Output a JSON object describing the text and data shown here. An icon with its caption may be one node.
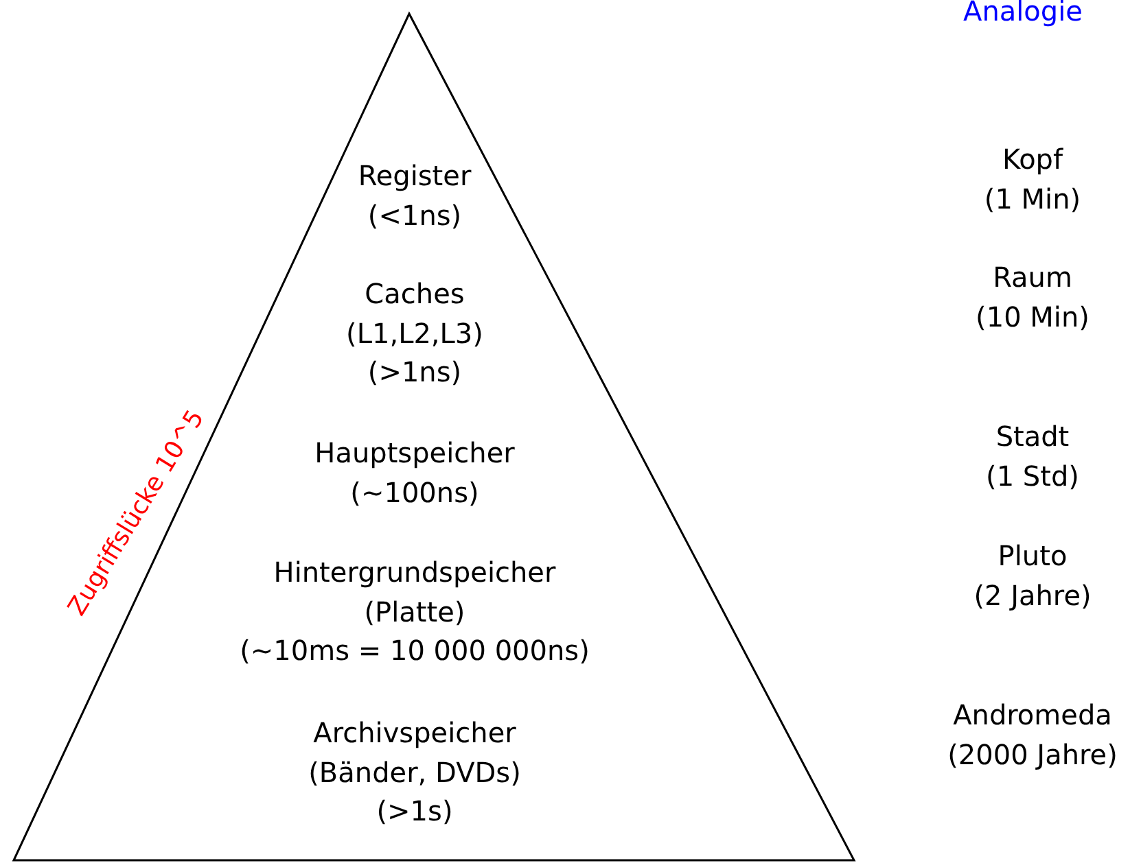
{
  "diagram": {
    "nodes": [
      {
        "text": [
          "Register (<1ns)",
          "Caches (L1,L2,L3) (>1ns)",
          "Hauptspeicher (~100ns)",
          "Hintergrundspeicher (Platte) (~10ms = 10 000 000ns)",
          "Archivspeicher (Bänder, DVDs) (>1s)"
        ]
      }
    ],
    "labels": [
      "Analogie",
      "Kopf (1 Min)",
      "Raum (10 Min)",
      "Stadt (1 Std)",
      "Pluto (2 Jahre)",
      "Zugriffslücke 10^5",
      "Andromeda (2000 Jahre)"
    ]
  }
}
